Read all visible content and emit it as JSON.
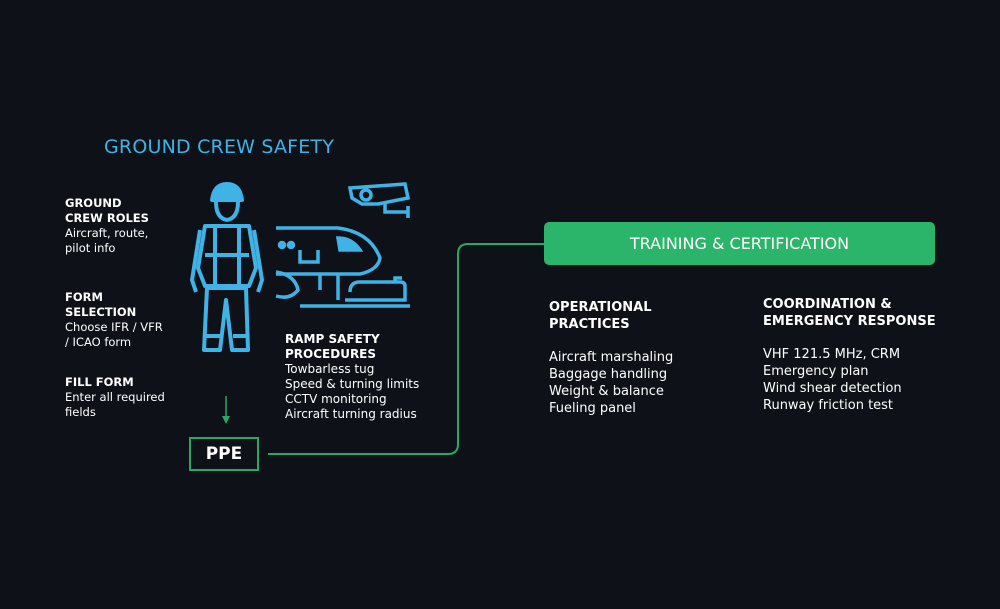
{
  "title": "GROUND CREW SAFETY",
  "left_blocks": [
    {
      "heading": [
        "GROUND",
        "CREW ROLES"
      ],
      "lines": [
        "Aircraft, route,",
        "pilot info"
      ]
    },
    {
      "heading": [
        "FORM",
        "SELECTION"
      ],
      "lines": [
        "Choose IFR / VFR",
        "/ ICAO form"
      ]
    },
    {
      "heading": [
        "FILL FORM"
      ],
      "lines": [
        "Enter all required",
        "fields"
      ]
    }
  ],
  "ramp": {
    "heading": [
      "RAMP SAFETY",
      "PROCEDURES"
    ],
    "lines": [
      "Towbarless tug",
      "Speed & turning limits",
      "CCTV monitoring",
      "Aircraft turning radius"
    ]
  },
  "ppe_label": "PPE",
  "training_label": "TRAINING & CERTIFICATION",
  "operational": {
    "heading": [
      "OPERATIONAL",
      "PRACTICES"
    ],
    "lines": [
      "Aircraft marshaling",
      "Baggage handling",
      "Weight & balance",
      "Fueling panel"
    ]
  },
  "coordination": {
    "heading": [
      "COORDINATION &",
      "EMERGENCY RESPONSE"
    ],
    "lines": [
      "VHF 121.5 MHz, CRM",
      "Emergency plan",
      "Wind shear detection",
      "Runway friction test"
    ]
  },
  "colors": {
    "accent_blue": "#3fb3e6",
    "accent_green": "#2bb56a",
    "background": "#0e1118"
  }
}
